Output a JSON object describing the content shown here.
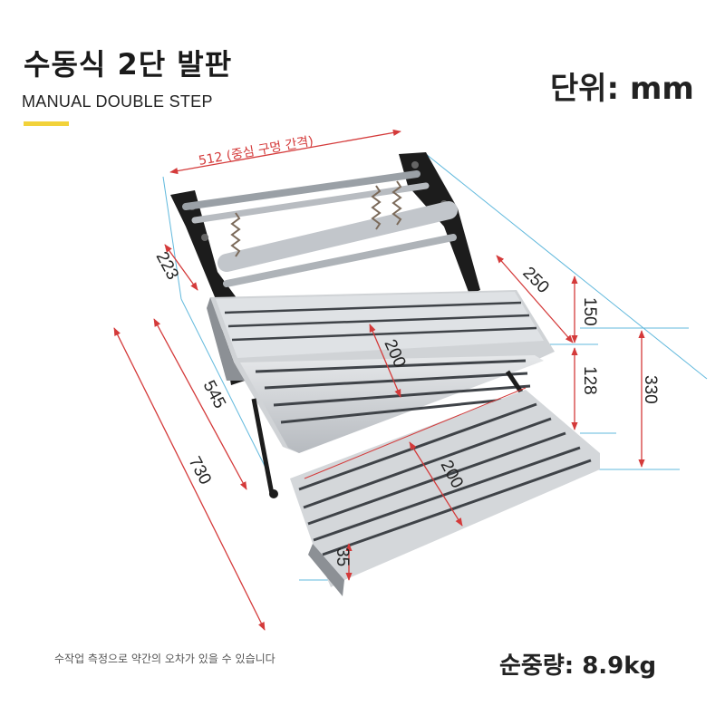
{
  "header": {
    "title_ko": "수동식 2단 발판",
    "title_en": "MANUAL DOUBLE STEP",
    "accent_color": "#f2d23a"
  },
  "unit_label": "단위: mm",
  "weight_label": "순중량: 8.9kg",
  "note": "수작업 측정으로 약간의 오차가 있을 수 있습니다",
  "dimensions": {
    "width_center": "512 (중심 구멍 간격)",
    "mount_depth": "223",
    "step_depth": "250",
    "height_150": "150",
    "height_128": "128",
    "height_330": "330",
    "upper_step_width": "200",
    "lower_step_width": "200",
    "extended_545": "545",
    "extended_730": "730",
    "step_thickness": "35"
  },
  "colors": {
    "dimension_line": "#d43a3a",
    "guide_line": "#3aa7d4",
    "aluminum": "#c9ccd0",
    "frame_black": "#1c1c1c"
  }
}
